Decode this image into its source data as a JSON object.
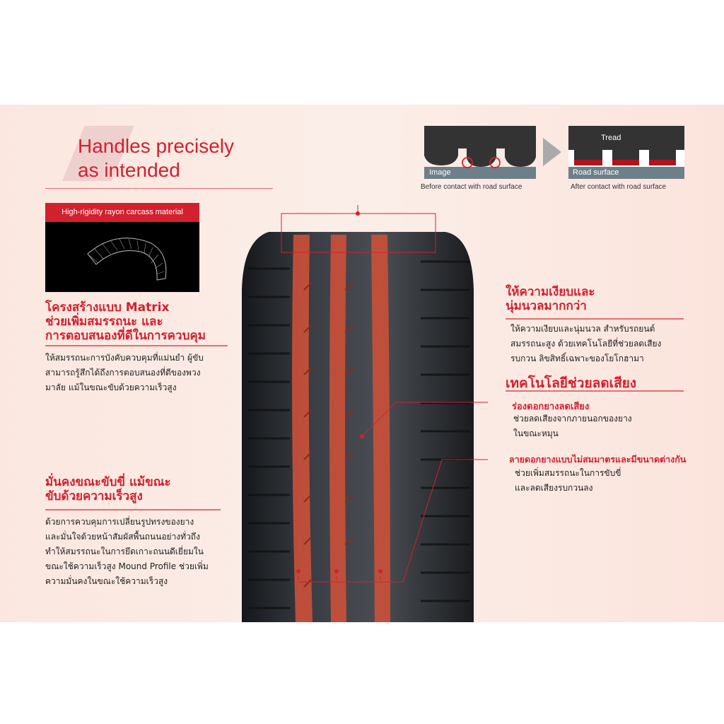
{
  "title": {
    "line1": "Handles precisely",
    "line2": "as intended"
  },
  "carcass": {
    "label": "High-rigidity rayon carcass material"
  },
  "diagram": {
    "before": {
      "surface_label": "Image",
      "caption": "Before contact with road surface"
    },
    "after": {
      "tread_label": "Tread",
      "surface_label": "Road surface",
      "caption": "After contact with road surface"
    }
  },
  "left_sections": [
    {
      "heading": [
        "โครงสร้างแบบ Matrix",
        "ช่วยเพิ่มสมรรถนะ และ",
        "การตอบสนองที่ดีในการควบคุม"
      ],
      "body": [
        "ให้สมรรถนะการบังคับควบคุมที่แม่นยำ ผู้ขับ",
        "สามารถรู้สึกได้ถึงการตอบสนองที่ดีของพวง",
        "มาลัย แม้ในขณะขับด้วยความเร็วสูง"
      ]
    },
    {
      "heading": [
        "มั่นคงขณะขับขี่ แม้ขณะ",
        "ขับด้วยความเร็วสูง"
      ],
      "body": [
        "ด้วยการควบคุมการเปลี่ยนรูปทรงของยาง",
        "และมั่นใจด้วยหน้าสัมผัสพื้นถนนอย่างทั่วถึง",
        "ทำให้สมรรถนะในการยึดเกาะถนนดีเยี่ยมใน",
        "ขณะใช้ความเร็วสูง Mound Profile ช่วยเพิ่ม",
        "ความมั่นคงในขณะใช้ความเร็วสูง"
      ]
    }
  ],
  "right_sections": [
    {
      "heading": [
        "ให้ความเงียบและ",
        "นุ่มนวลมากกว่า"
      ],
      "body": [
        "ให้ความเงียบและนุ่มนวล สำหรับรถยนต์",
        "สมรรถนะสูง ด้วยเทคโนโลยีที่ช่วยลดเสียง",
        "รบกวน ลิขสิทธิ์เฉพาะของโยโกฮามา"
      ]
    },
    {
      "heading": [
        "เทคโนโลยีช่วยลดเสียง"
      ],
      "items": [
        {
          "title": "ร่องดอกยางลดเสียง",
          "body": [
            "ช่วยลดเสียงจากภายนอกของยาง",
            "ในขณะหมุน"
          ]
        },
        {
          "title": "ลายดอกยางแบบไม่สมมาตรและมีขนาดต่างกัน",
          "body": [
            "ช่วยเพิ่มสมรรถนะในการขับขี่",
            "และลดเสียงรบกวนลง"
          ]
        }
      ]
    }
  ],
  "colors": {
    "accent": "#d3202f",
    "tire": "#2a2d31",
    "groove": "#c9503a"
  }
}
